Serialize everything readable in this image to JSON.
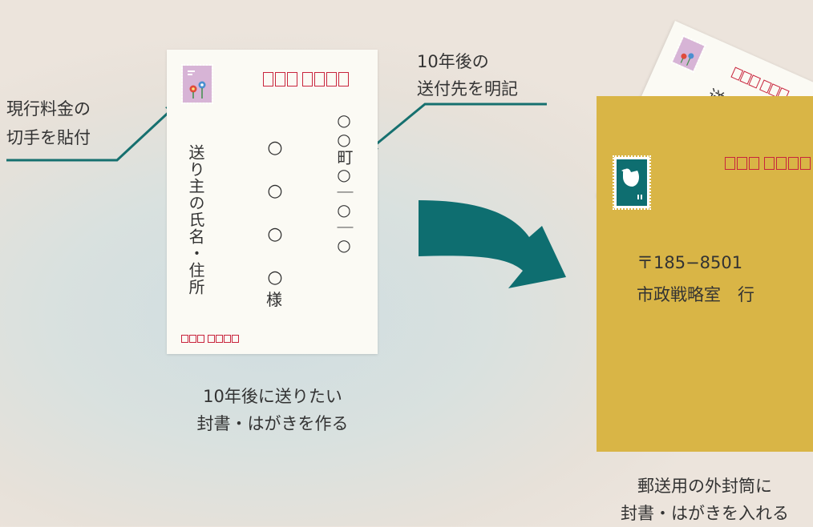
{
  "labels": {
    "stamp_note": [
      "現行料金の",
      "切手を貼付"
    ],
    "address_note": [
      "10年後の",
      "送付先を明記"
    ],
    "card_caption": [
      "10年後に送りたい",
      "封書・はがきを作る"
    ],
    "envelope_caption": [
      "郵送用の外封筒に",
      "封書・はがきを入れる"
    ]
  },
  "postcard": {
    "sender": "送り主の氏名・住所",
    "recipient_name": [
      "○",
      "○",
      "○",
      "○"
    ],
    "honorific": "様",
    "address": "○○町○｜○｜○"
  },
  "envelope": {
    "postal_code": "〒185−8501",
    "addressee": "市政戦略室　行"
  },
  "back_card": {
    "fragment_text": "送り",
    "fragment_circle": "○"
  },
  "colors": {
    "arrow": "#0e6e70",
    "envelope": "#d9b546",
    "postal_box": "#c8243c",
    "leader_line": "#16706f",
    "stamp": "#d7b4d6"
  }
}
